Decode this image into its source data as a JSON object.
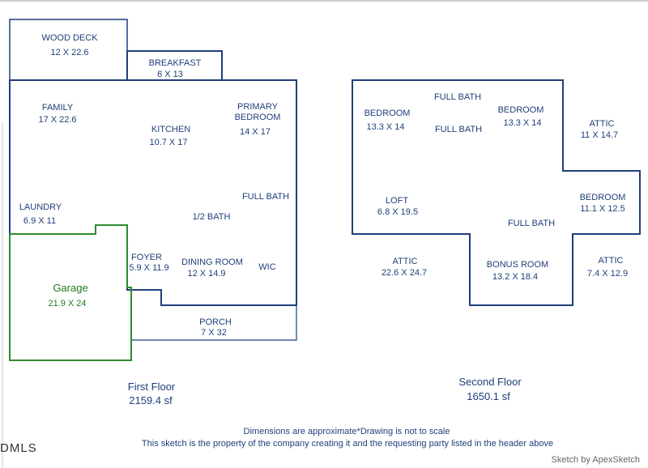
{
  "colors": {
    "wall": "#1f3f7a",
    "garage": "#2e8b2e",
    "text": "#1f3f7a"
  },
  "first_floor": {
    "title": "First Floor",
    "area": "2159.4 sf",
    "rooms": {
      "wood_deck": {
        "name": "WOOD DECK",
        "dims": "12 X 22.6"
      },
      "breakfast": {
        "name": "BREAKFAST",
        "dims": "6 X 13"
      },
      "family": {
        "name": "FAMILY",
        "dims": "17 X 22.6"
      },
      "kitchen": {
        "name": "KITCHEN",
        "dims": "10.7 X 17"
      },
      "primary_bedroom": {
        "name1": "PRIMARY",
        "name2": "BEDROOM",
        "dims": "14 X 17"
      },
      "full_bath": {
        "name": "FULL BATH"
      },
      "laundry": {
        "name": "LAUNDRY",
        "dims": "6.9 X 11"
      },
      "half_bath": {
        "name": "1/2 BATH"
      },
      "garage": {
        "name": "Garage",
        "dims": "21.9 X 24"
      },
      "foyer": {
        "name": "FOYER",
        "dims": "5.9 X 11.9"
      },
      "dining_room": {
        "name": "DINING ROOM",
        "dims": "12 X 14.9"
      },
      "wic": {
        "name": "WIC"
      },
      "porch": {
        "name": "PORCH",
        "dims": "7 X 32"
      }
    }
  },
  "second_floor": {
    "title": "Second Floor",
    "area": "1650.1 sf",
    "rooms": {
      "bedroom_1": {
        "name": "BEDROOM",
        "dims": "13.3 X 14"
      },
      "full_bath_1": {
        "name": "FULL BATH"
      },
      "full_bath_2": {
        "name": "FULL BATH"
      },
      "bedroom_2": {
        "name": "BEDROOM",
        "dims": "13.3 X 14"
      },
      "attic_1": {
        "name": "ATTIC",
        "dims": "11 X 14.7"
      },
      "loft": {
        "name": "LOFT",
        "dims": "6.8 X 19.5"
      },
      "bedroom_3": {
        "name": "BEDROOM",
        "dims": "11.1 X 12.5"
      },
      "full_bath_3": {
        "name": "FULL BATH"
      },
      "attic_2": {
        "name": "ATTIC",
        "dims": "22.6 X 24.7"
      },
      "bonus_room": {
        "name": "BONUS ROOM",
        "dims": "13.2 X 18.4"
      },
      "attic_3": {
        "name": "ATTIC",
        "dims": "7.4 X 12.9"
      }
    }
  },
  "footer": {
    "disclaimer_1": "Dimensions are approximate*Drawing is not to scale",
    "disclaimer_2": "This sketch is the property of the company creating it and the requesting party listed in the header above",
    "mls": "DMLS",
    "credit": "Sketch by ApexSketch"
  }
}
